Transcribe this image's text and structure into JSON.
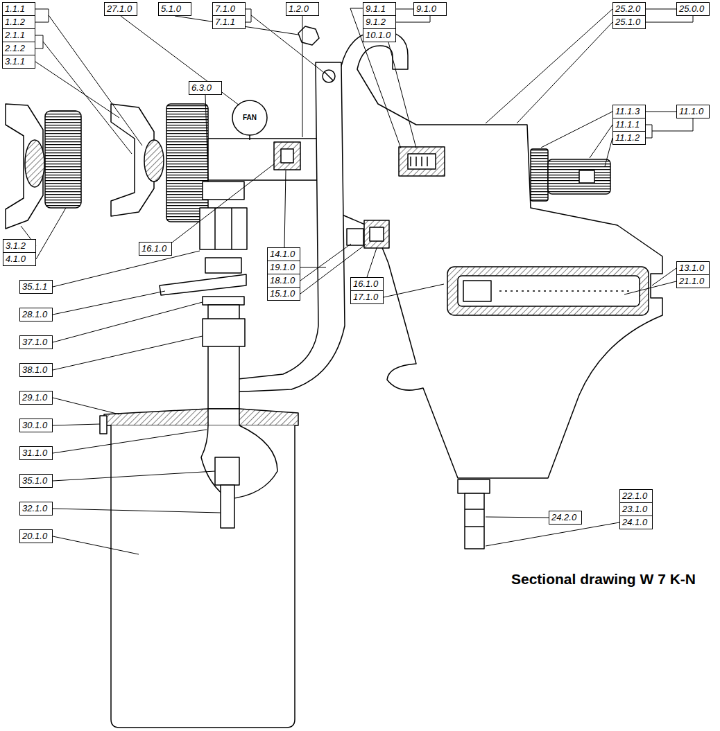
{
  "diagram": {
    "caption": "Sectional drawing W 7 K-N",
    "labels": [
      "1.1.1",
      "1.1.2",
      "2.1.1",
      "2.1.2",
      "3.1.1",
      "27.1.0",
      "5.1.0",
      "7.1.0",
      "7.1.1",
      "1.2.0",
      "9.1.1",
      "9.1.0",
      "9.1.2",
      "10.1.0",
      "25.2.0",
      "25.0.0",
      "25.1.0",
      "6.3.0",
      "FAN",
      "11.1.3",
      "11.1.0",
      "11.1.1",
      "11.1.2",
      "16.1.0",
      "14.1.0",
      "19.1.0",
      "18.1.0",
      "15.1.0",
      "16.1.0",
      "17.1.0",
      "13.1.0",
      "21.1.0",
      "3.1.2",
      "4.1.0",
      "35.1.1",
      "28.1.0",
      "37.1.0",
      "38.1.0",
      "29.1.0",
      "30.1.0",
      "31.1.0",
      "35.1.0",
      "32.1.0",
      "20.1.0",
      "22.1.0",
      "23.1.0",
      "24.1.0",
      "24.2.0"
    ]
  }
}
